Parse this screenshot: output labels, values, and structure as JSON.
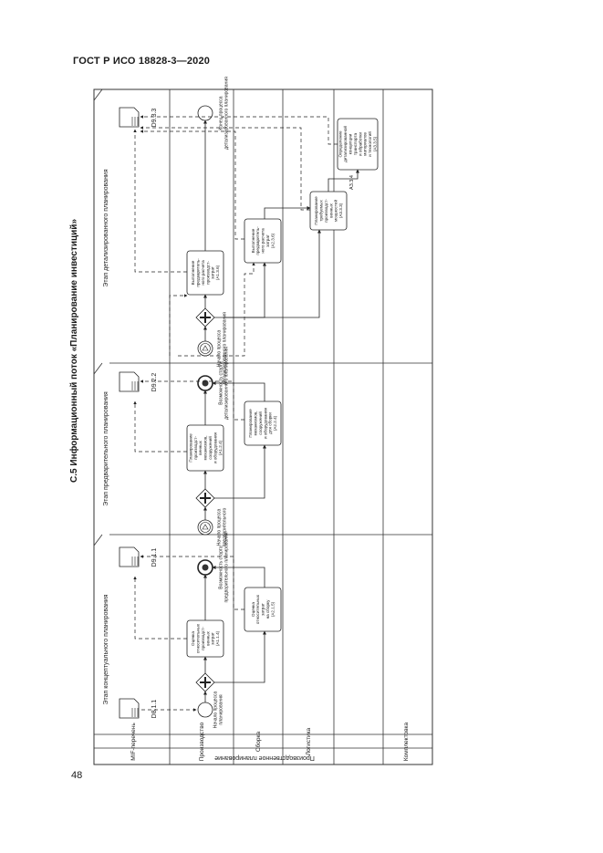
{
  "header": {
    "title": "ГОСТ Р ИСО 18828-3—2020"
  },
  "section_title": "С.5 Информационный поток «Планирование инвестиций»",
  "page_number": "48",
  "pool_label": "Производственное планирование",
  "lanes": [
    "MIF-перечень",
    "Производство",
    "Сборка",
    "Логистика",
    "Комплектовка"
  ],
  "stages": [
    {
      "title": "Этап концептуального планирования"
    },
    {
      "title": "Этап предварительного планирования"
    },
    {
      "title": "Этап детализированного планирования"
    }
  ],
  "documents": {
    "d811": "D8.1.1",
    "d911": "D9.1.1",
    "d922": "D9.2.2",
    "d933": "D9.3.3"
  },
  "events": {
    "start_concept": "Начало процесса планирования",
    "end_concept": "Возможность старта предварительного планирования",
    "start_prelim": "Начало процесса предварительного",
    "end_prelim": "Возможность старта детализированного планирования",
    "start_detail": "Начало процесса детализированного планирования",
    "end_detail": "Конец процесса детализированного планирования"
  },
  "tasks": {
    "a114": [
      "Оценка",
      "относительных",
      "производст-",
      "венных",
      "затрат",
      "(A1.1.4)"
    ],
    "a215": [
      "Оценка",
      "относительных",
      "затрат",
      "на сборку",
      "(A2.1.5)"
    ],
    "a124": [
      "Планирование",
      "производст-",
      "венных",
      "механизмов,",
      "сооружений",
      "и оборудования",
      "(A1.2.4)"
    ],
    "a224": [
      "Планирование",
      "механизмов,",
      "сооружений",
      "и оборудования",
      "для сборки",
      "(A2.2.4)"
    ],
    "a136": [
      "Выполнение",
      "предваритель-",
      "ного расчета",
      "производст-",
      "затрат",
      "(A1.3.6)"
    ],
    "a236": [
      "Выполнение",
      "предваритель-",
      "ного расчета",
      "затрат",
      "(A2.3.6)"
    ],
    "a333": [
      "Планирование",
      "требуемых",
      "производст-",
      "венных",
      "мощностей",
      "(A3.3.3)"
    ],
    "a335": [
      "Определение",
      "детализированной",
      "концепции",
      "транспорта",
      "и обработки",
      "материалов",
      "и технологий",
      "(A3.3.5)"
    ]
  },
  "annotations": {
    "a334": "A3.3.4"
  }
}
